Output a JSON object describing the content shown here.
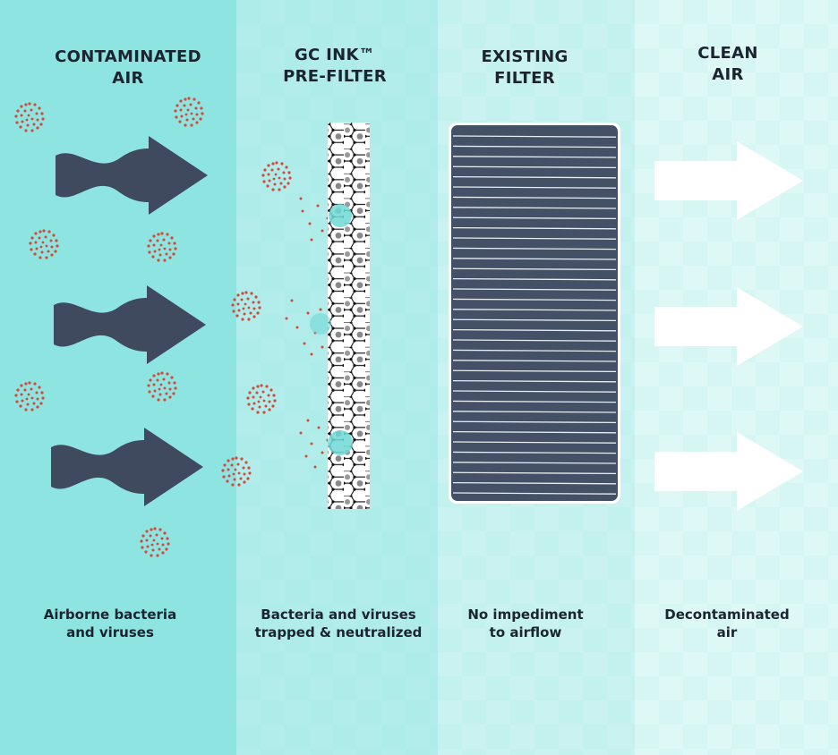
{
  "columns": [
    {
      "header": [
        "CONTAMINATED",
        "AIR"
      ],
      "caption": [
        "Airborne bacteria",
        "and viruses"
      ]
    },
    {
      "header": [
        "GC INK™",
        "PRE-FILTER"
      ],
      "caption": [
        "Bacteria and viruses",
        "trapped & neutralized"
      ]
    },
    {
      "header": [
        "EXISTING",
        "FILTER"
      ],
      "caption": [
        "No impediment",
        "to airflow"
      ]
    },
    {
      "header": [
        "CLEAN",
        "AIR"
      ],
      "caption": [
        "Decontaminated",
        "air"
      ]
    }
  ],
  "colors": {
    "arrow_dark": "#3f4a5f",
    "particle": "#d24a3a",
    "filter_fill": "#435066",
    "text": "#1c2430",
    "arrow_clean": "#ffffff"
  },
  "icons": [
    "wavy-arrow-icon",
    "virus-particle-icon",
    "honeycomb-prefilter-icon",
    "pleated-filter-icon",
    "clean-arrow-icon"
  ]
}
